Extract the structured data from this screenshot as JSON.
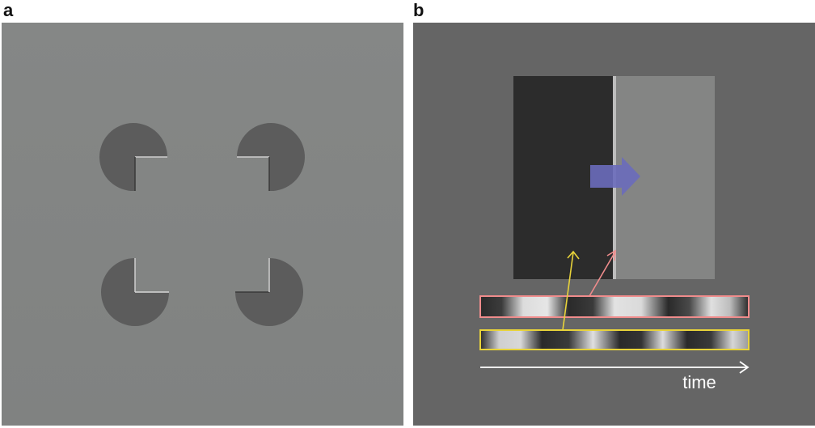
{
  "panels": {
    "a": {
      "label": "a"
    },
    "b": {
      "label": "b",
      "axis_label": "time"
    }
  },
  "colors": {
    "panel_a_background": "#838584",
    "panel_b_background": "#656565",
    "pacman_fill": "#5c5c5c",
    "dark_rectangle": "#2c2c2c",
    "light_rectangle": "#848584",
    "edge_line": "#bdbdbd",
    "motion_arrow": "#6a6bbb",
    "pink_highlight": "#f08c8c",
    "yellow_highlight": "#e8d33a",
    "time_arrow": "#ffffff"
  }
}
